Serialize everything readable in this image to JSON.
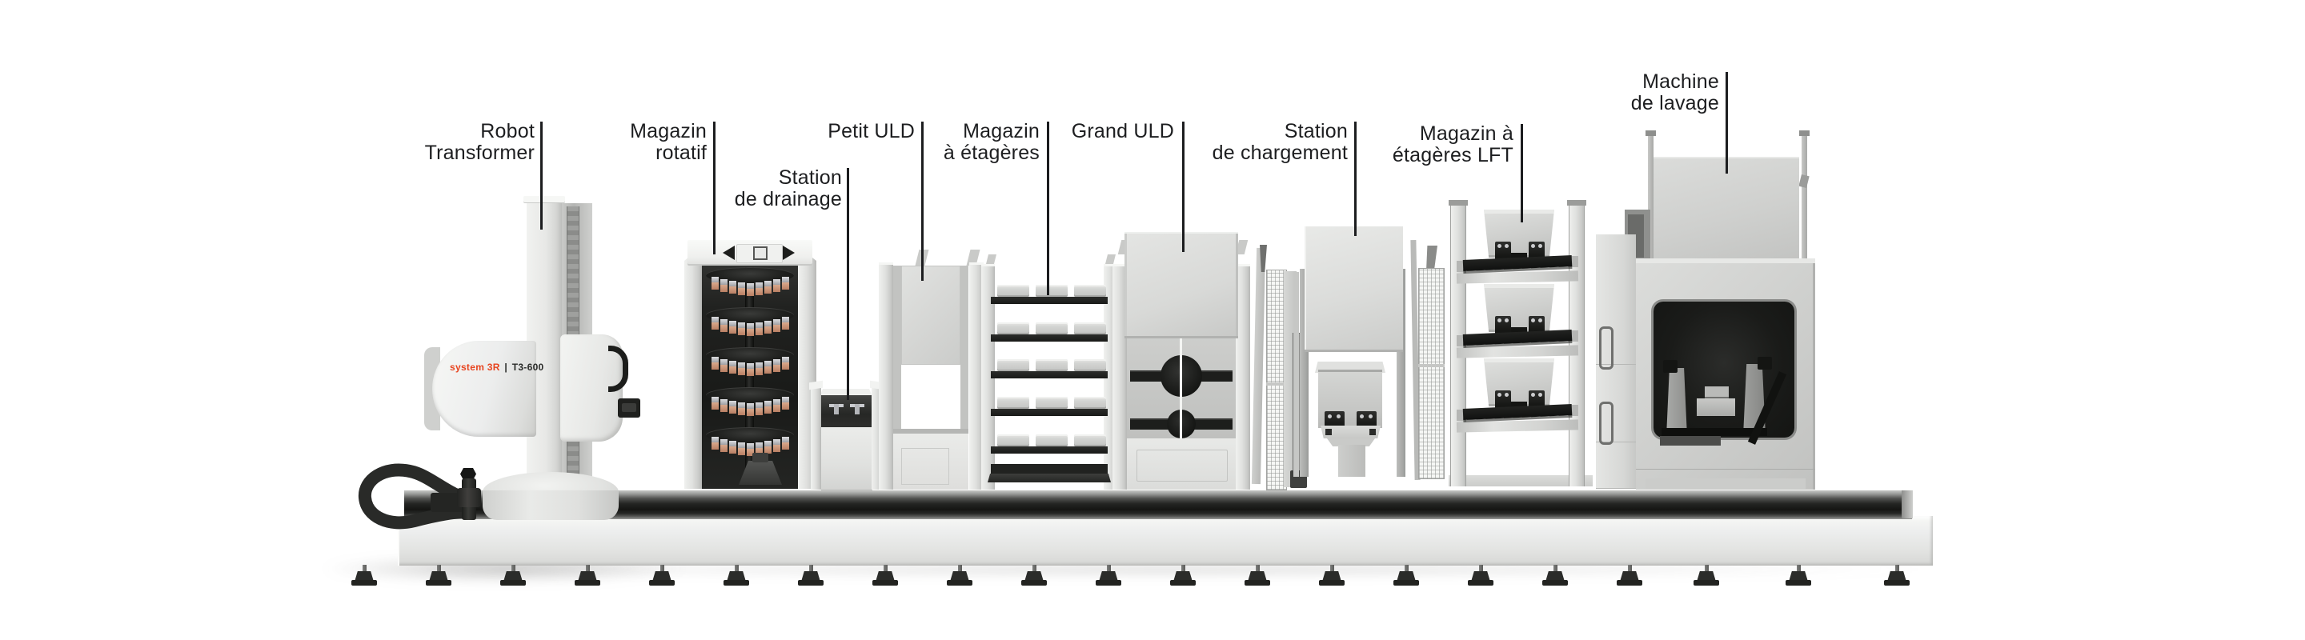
{
  "page": {
    "background": "#ffffff"
  },
  "palette": {
    "label_color": "#1d1e20",
    "callout_line_color": "#1c1d1f",
    "brand_orange": "#e8441f",
    "rail_dark": "#232422",
    "machine_light": "#e6e7e5",
    "electrode_copper": "#c98f6f"
  },
  "labels": [
    {
      "id": "robot-transformer",
      "text": "Robot\nTransformer"
    },
    {
      "id": "magazin-rotatif",
      "text": "Magazin\nrotatif"
    },
    {
      "id": "station-de-drainage",
      "text": "Station\nde drainage"
    },
    {
      "id": "petit-uld",
      "text": "Petit ULD"
    },
    {
      "id": "magazin-a-etageres",
      "text": "Magazin\nà étagères"
    },
    {
      "id": "grand-uld",
      "text": "Grand ULD"
    },
    {
      "id": "station-de-chargement",
      "text": "Station\nde chargement"
    },
    {
      "id": "magazin-a-etageres-lft",
      "text": "Magazin à\nétagères LFT"
    },
    {
      "id": "machine-de-lavage",
      "text": "Machine\nde lavage"
    }
  ],
  "robot_logo": {
    "brand": "system 3R",
    "separator": "|",
    "model": "T3-600"
  }
}
